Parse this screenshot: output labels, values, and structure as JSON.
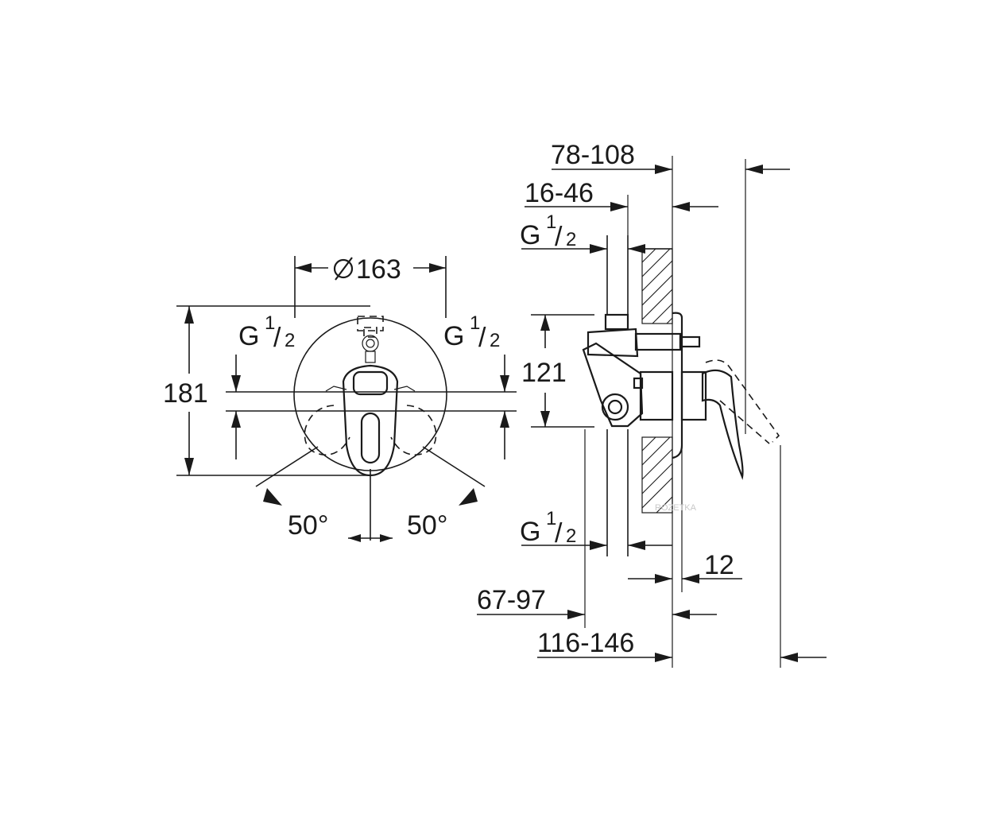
{
  "dimensions": {
    "diameter": "163",
    "height_front": "181",
    "thread_main": "G",
    "thread_num": "1",
    "thread_den": "2",
    "angle_left": "50°",
    "angle_right": "50°",
    "depth_overall_top": "78-108",
    "depth_body_top": "16-46",
    "height_side": "121",
    "depth_inner_bottom": "67-97",
    "depth_overall_bottom": "116-146",
    "plate_thickness": "12"
  },
  "watermark": "ROZETKA"
}
